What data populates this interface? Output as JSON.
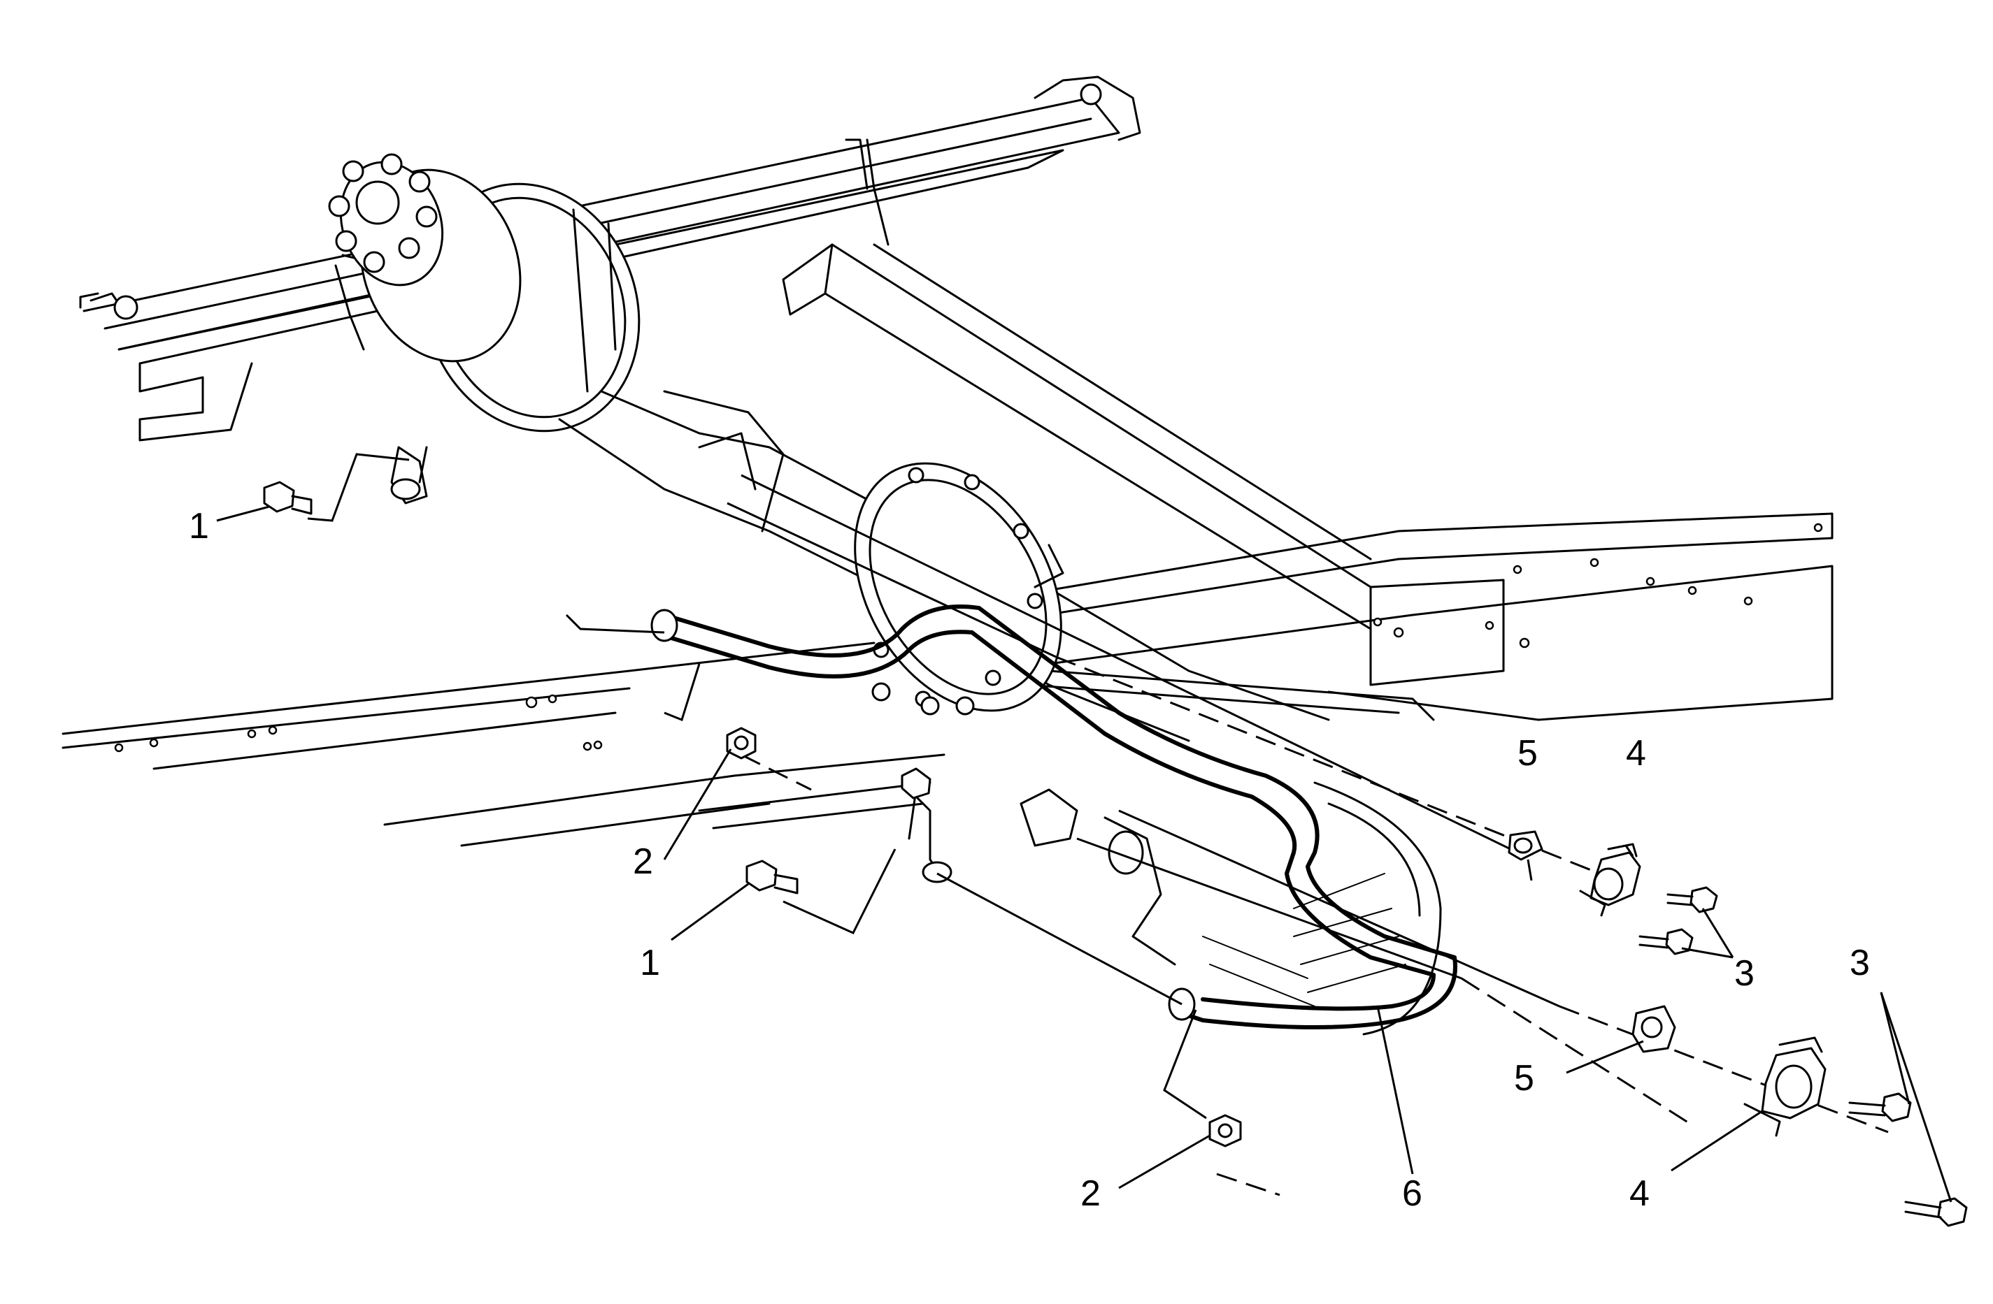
{
  "callouts": {
    "c1a": "1",
    "c1b": "1",
    "c2a": "2",
    "c2b": "2",
    "c3a": "3",
    "c3b": "3",
    "c4a": "4",
    "c4b": "4",
    "c5a": "5",
    "c5b": "5",
    "c6": "6"
  },
  "colors": {
    "line": "#000000",
    "background": "#ffffff"
  }
}
